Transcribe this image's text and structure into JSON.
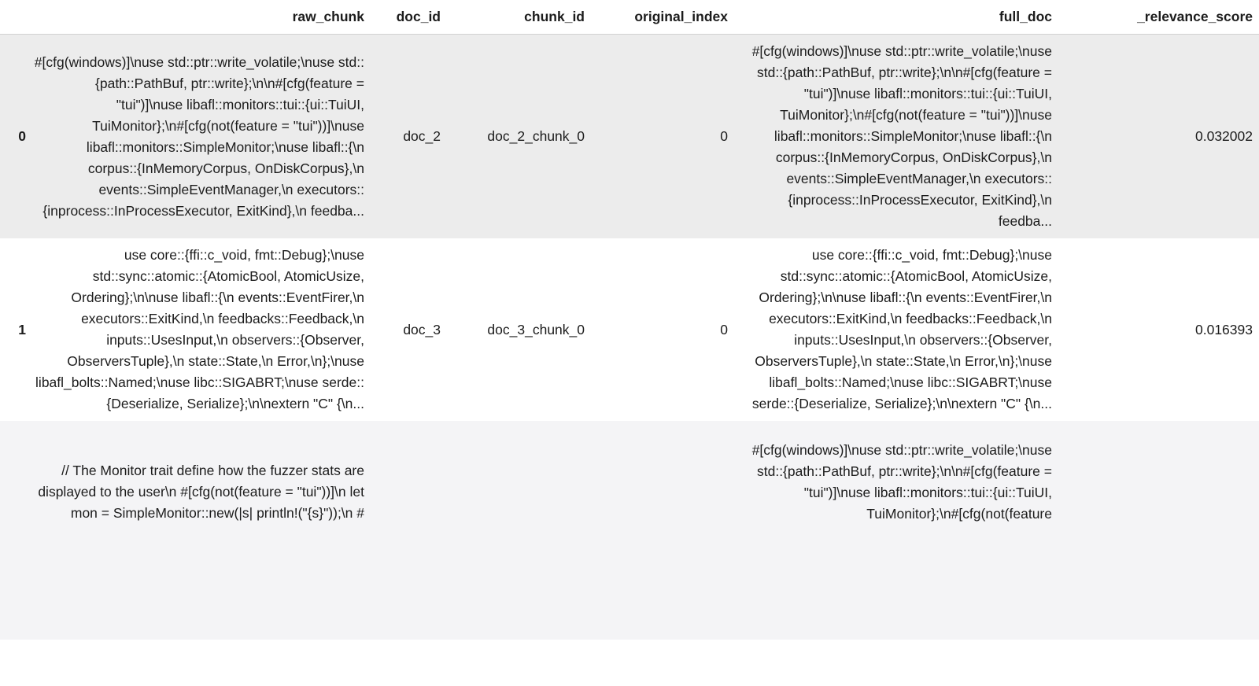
{
  "colors": {
    "row_stripe_first": "#ececec",
    "row_stripe_third": "#f4f4f6",
    "header_border": "#d2d2d2",
    "text": "#1c1c1c",
    "background": "#ffffff"
  },
  "table": {
    "index_header": "",
    "columns": [
      "raw_chunk",
      "doc_id",
      "chunk_id",
      "original_index",
      "full_doc",
      "_relevance_score"
    ],
    "rows": [
      {
        "index": "0",
        "raw_chunk": "#[cfg(windows)]\\nuse std::ptr::write_volatile;\\nuse std::{path::PathBuf, ptr::write};\\n\\n#[cfg(feature = \"tui\")]\\nuse libafl::monitors::tui::{ui::TuiUI, TuiMonitor};\\n#[cfg(not(feature = \"tui\"))]\\nuse libafl::monitors::SimpleMonitor;\\nuse libafl::{\\n corpus::{InMemoryCorpus, OnDiskCorpus},\\n events::SimpleEventManager,\\n executors::{inprocess::InProcessExecutor, ExitKind},\\n feedba...",
        "doc_id": "doc_2",
        "chunk_id": "doc_2_chunk_0",
        "original_index": "0",
        "full_doc": "#[cfg(windows)]\\nuse std::ptr::write_volatile;\\nuse std::{path::PathBuf, ptr::write};\\n\\n#[cfg(feature = \"tui\")]\\nuse libafl::monitors::tui::{ui::TuiUI, TuiMonitor};\\n#[cfg(not(feature = \"tui\"))]\\nuse libafl::monitors::SimpleMonitor;\\nuse libafl::{\\n corpus::{InMemoryCorpus, OnDiskCorpus},\\n events::SimpleEventManager,\\n executors::{inprocess::InProcessExecutor, ExitKind},\\n feedba...",
        "relevance_score": "0.032002"
      },
      {
        "index": "1",
        "raw_chunk": "use core::{ffi::c_void, fmt::Debug};\\nuse std::sync::atomic::{AtomicBool, AtomicUsize, Ordering};\\n\\nuse libafl::{\\n events::EventFirer,\\n executors::ExitKind,\\n feedbacks::Feedback,\\n inputs::UsesInput,\\n observers::{Observer, ObserversTuple},\\n state::State,\\n Error,\\n};\\nuse libafl_bolts::Named;\\nuse libc::SIGABRT;\\nuse serde::{Deserialize, Serialize};\\n\\nextern \"C\" {\\n...",
        "doc_id": "doc_3",
        "chunk_id": "doc_3_chunk_0",
        "original_index": "0",
        "full_doc": "use core::{ffi::c_void, fmt::Debug};\\nuse std::sync::atomic::{AtomicBool, AtomicUsize, Ordering};\\n\\nuse libafl::{\\n events::EventFirer,\\n executors::ExitKind,\\n feedbacks::Feedback,\\n inputs::UsesInput,\\n observers::{Observer, ObserversTuple},\\n state::State,\\n Error,\\n};\\nuse libafl_bolts::Named;\\nuse libc::SIGABRT;\\nuse serde::{Deserialize, Serialize};\\n\\nextern \"C\" {\\n...",
        "relevance_score": "0.016393"
      },
      {
        "index": "",
        "raw_chunk": "// The Monitor trait define how the fuzzer stats are displayed to the user\\n #[cfg(not(feature = \"tui\"))]\\n let mon = SimpleMonitor::new(|s| println!(\"{s}\"));\\n #",
        "doc_id": "",
        "chunk_id": "",
        "original_index": "",
        "full_doc": "#[cfg(windows)]\\nuse std::ptr::write_volatile;\\nuse std::{path::PathBuf, ptr::write};\\n\\n#[cfg(feature = \"tui\")]\\nuse libafl::monitors::tui::{ui::TuiUI, TuiMonitor};\\n#[cfg(not(feature",
        "relevance_score": ""
      }
    ]
  }
}
